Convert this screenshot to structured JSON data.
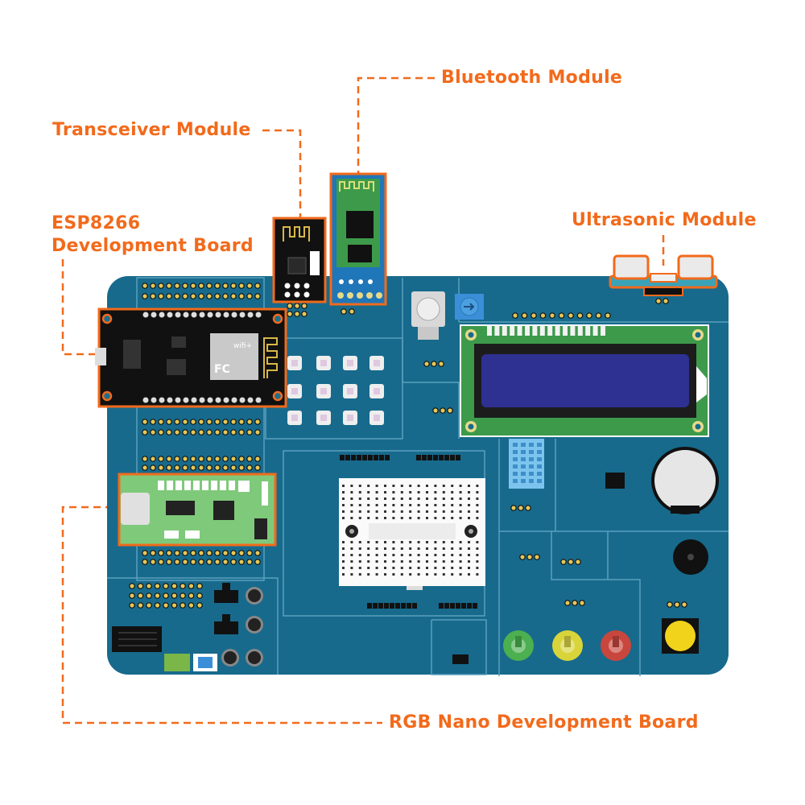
{
  "labels": {
    "bluetooth": "Bluetooth Module",
    "transceiver": "Transceiver Module",
    "esp_line1": "ESP8266",
    "esp_line2": "Development Board",
    "ultrasonic": "Ultrasonic Module",
    "rgb_nano": "RGB Nano Development Board"
  },
  "esp_chip_logo": "wifi+",
  "colors": {
    "accent_orange": "#f26a1b",
    "board_blue": "#176a8c",
    "lcd_green": "#3d9a4a",
    "lcd_screen": "#2e3192",
    "led_green": "#4caf50",
    "led_yellow": "#d8d43a",
    "led_red": "#c9463d",
    "button_yellow": "#f2d31b"
  }
}
